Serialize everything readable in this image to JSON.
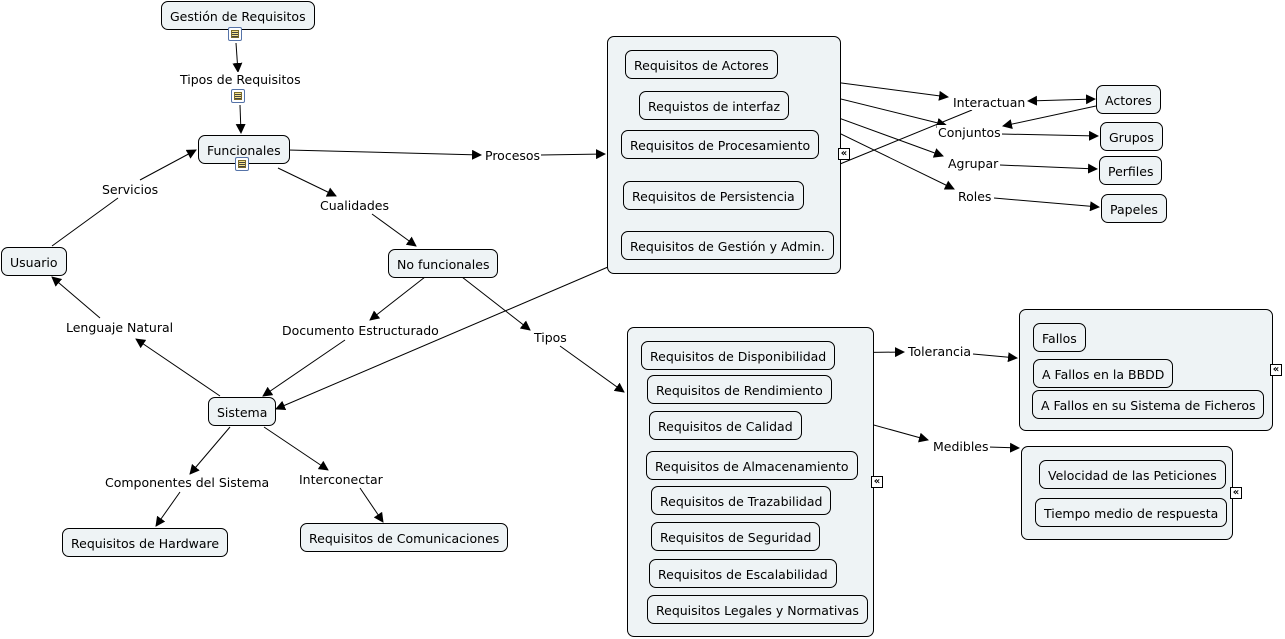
{
  "concepts": {
    "gestion": "Gestión de Requisitos",
    "funcionales": "Funcionales",
    "usuario": "Usuario",
    "no_funcionales": "No funcionales",
    "sistema": "Sistema",
    "req_hardware": "Requisitos de Hardware",
    "req_comunicaciones": "Requisitos de Comunicaciones",
    "actores": "Actores",
    "grupos": "Grupos",
    "perfiles": "Perfiles",
    "papeles": "Papeles"
  },
  "procesos_group": [
    "Requisitos de Actores",
    "Requistos de interfaz",
    "Requisitos de Procesamiento",
    "Requisitos de Persistencia",
    "Requisitos de Gestión y Admin."
  ],
  "tipos_group": [
    "Requisitos de Disponibilidad",
    "Requisitos de Rendimiento",
    "Requisitos de Calidad",
    "Requisitos de Almacenamiento",
    "Requisitos de Trazabilidad",
    "Requisitos de Seguridad",
    "Requisitos de Escalabilidad",
    "Requisitos Legales y Normativas"
  ],
  "tolerancia_group": [
    "Fallos",
    "A Fallos en la BBDD",
    "A Fallos en su Sistema de Ficheros"
  ],
  "medibles_group": [
    "Velocidad de las Peticiones",
    "Tiempo medio de respuesta"
  ],
  "links": {
    "tipos_requisitos": "Tipos de Requisitos",
    "servicios": "Servicios",
    "cualidades": "Cualidades",
    "procesos": "Procesos",
    "lenguaje_natural": "Lenguaje Natural",
    "documento_estructurado": "Documento Estructurado",
    "tipos": "Tipos",
    "componentes": "Componentes del Sistema",
    "interconectar": "Interconectar",
    "interactuan": "Interactuan",
    "conjuntos": "Conjuntos",
    "agrupar": "Agrupar",
    "roles": "Roles",
    "tolerancia": "Tolerancia",
    "medibles": "Medibles"
  },
  "icons": {
    "resource": "document-icon",
    "collapse": "collapse-icon",
    "collapse_glyph": "«"
  }
}
